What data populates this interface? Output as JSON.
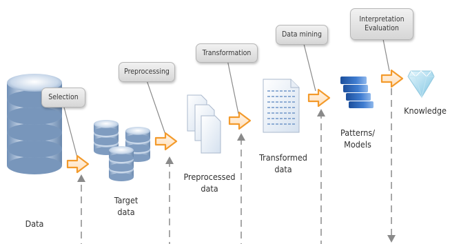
{
  "steps": {
    "selection": "Selection",
    "preprocessing": "Preprocessing",
    "transformation": "Transformation",
    "data_mining": "Data mining",
    "interpretation": "Interpretation\nEvaluation"
  },
  "artifacts": {
    "data": "Data",
    "target_data": "Target\ndata",
    "preprocessed_data": "Preprocessed\ndata",
    "transformed_data": "Transformed\ndata",
    "patterns": "Patterns/\nModels",
    "knowledge": "Knowledge"
  },
  "colors": {
    "arrow": "#f39a2b",
    "callout": "#dcdcdc",
    "database": "#8fb0d6",
    "patterns": "#2a5fae",
    "diamond": "#9ed4ea",
    "dashed_line": "#8a8a8a"
  }
}
